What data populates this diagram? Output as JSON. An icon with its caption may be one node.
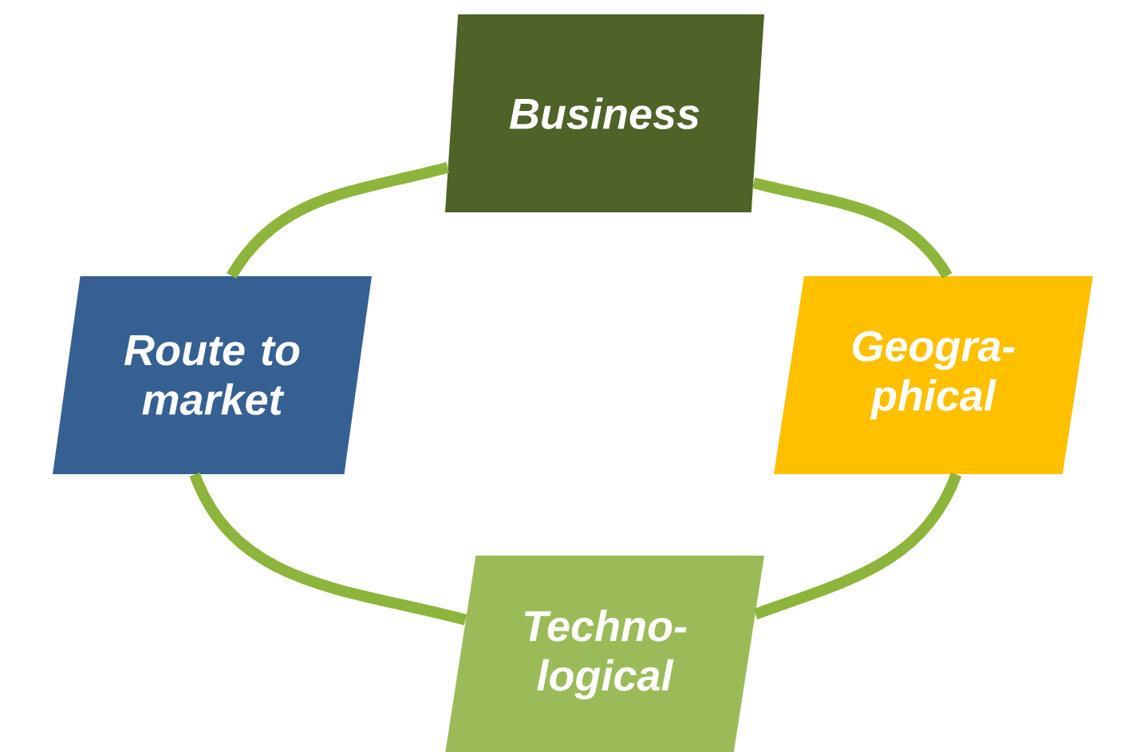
{
  "diagram": {
    "nodes": [
      {
        "text": [
          "Business"
        ]
      },
      {
        "text": [
          "Geogra- phical"
        ]
      },
      {
        "text": [
          "Techno- logical"
        ]
      },
      {
        "text": [
          "Route to market"
        ]
      }
    ],
    "edges": [
      {
        "from": 0,
        "to": 1,
        "arrow": "none"
      },
      {
        "from": 1,
        "to": 2,
        "arrow": "none"
      },
      {
        "from": 2,
        "to": 3,
        "arrow": "none"
      },
      {
        "from": 3,
        "to": 0,
        "arrow": "none"
      }
    ]
  }
}
